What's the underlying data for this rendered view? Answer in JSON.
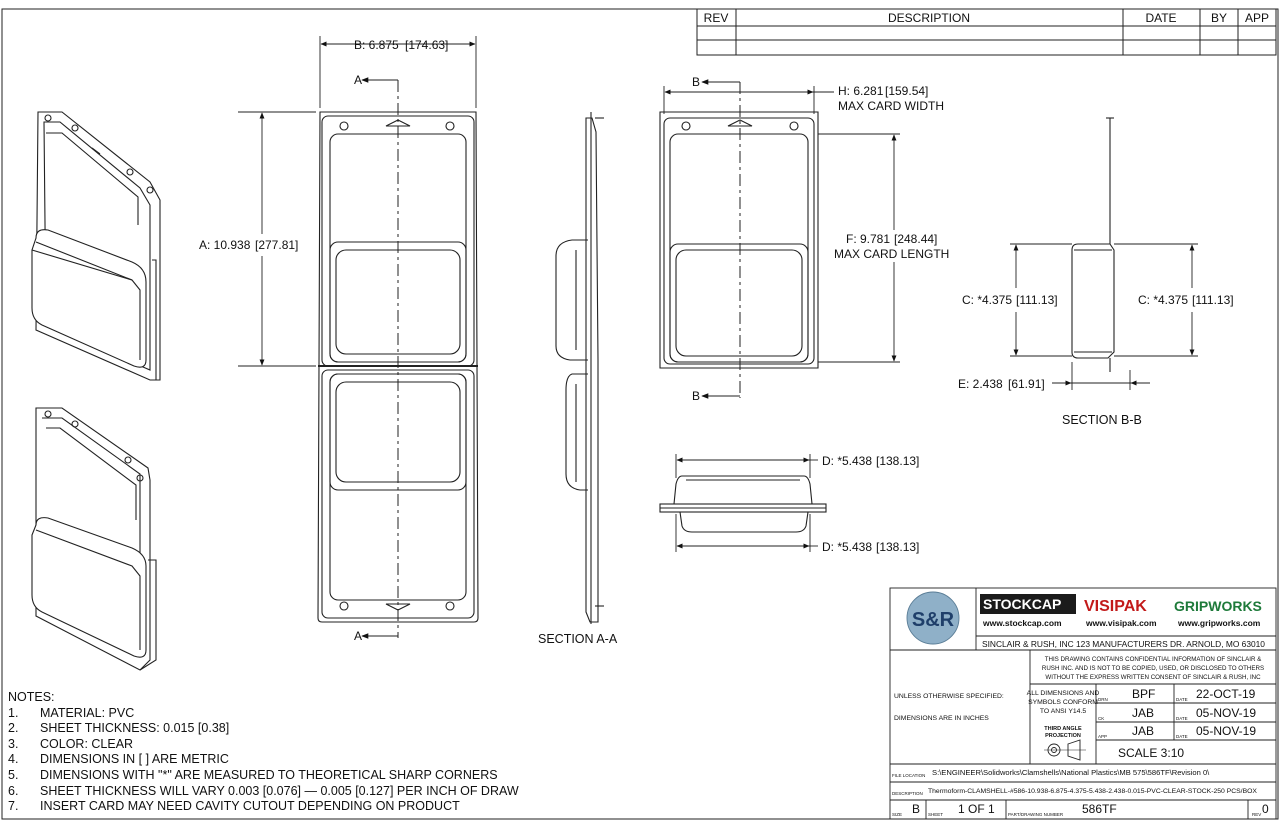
{
  "revision_block": {
    "headers": [
      "REV",
      "DESCRIPTION",
      "DATE",
      "BY",
      "APP"
    ]
  },
  "dimensions": {
    "b_width": "B: 6.875",
    "b_width_metric": "[174.63]",
    "a_length": "A: 10.938",
    "a_length_metric": "[277.81]",
    "h_card_width": "H: 6.281",
    "h_card_width_metric": "[159.54]",
    "h_card_width_label": "MAX CARD WIDTH",
    "f_card_length": "F: 9.781",
    "f_card_length_metric": "[248.44]",
    "f_card_length_label": "MAX CARD LENGTH",
    "c_left": "C: *4.375",
    "c_left_metric": "[111.13]",
    "c_right": "C: *4.375",
    "c_right_metric": "[111.13]",
    "e_depth": "E: 2.438",
    "e_depth_metric": "[61.91]",
    "d_top": "D: *5.438",
    "d_top_metric": "[138.13]",
    "d_bottom": "D: *5.438",
    "d_bottom_metric": "[138.13]"
  },
  "section_markers": {
    "a_top": "A",
    "a_bottom": "A",
    "b_top": "B",
    "b_bottom": "B"
  },
  "section_labels": {
    "section_a": "SECTION A-A",
    "section_b": "SECTION B-B"
  },
  "notes": {
    "title": "NOTES:",
    "items": [
      {
        "num": "1.",
        "text": "MATERIAL: PVC"
      },
      {
        "num": "2.",
        "text": "SHEET THICKNESS: 0.015 [0.38]"
      },
      {
        "num": "3.",
        "text": "COLOR: CLEAR"
      },
      {
        "num": "4.",
        "text": "DIMENSIONS IN [ ] ARE METRIC"
      },
      {
        "num": "5.",
        "text": "DIMENSIONS WITH \"*\" ARE MEASURED TO THEORETICAL SHARP CORNERS"
      },
      {
        "num": "6.",
        "text": "SHEET THICKNESS WILL VARY 0.003 [0.076] — 0.005 [0.127] PER INCH OF DRAW"
      },
      {
        "num": "7.",
        "text": "INSERT CARD MAY NEED CAVITY CUTOUT DEPENDING ON PRODUCT"
      }
    ]
  },
  "title_block": {
    "logo_text": "S&R",
    "brands": {
      "stockcap": "STOCKCAP",
      "stockcap_url": "www.stockcap.com",
      "visipak": "VISIPAK",
      "visipak_url": "www.visipak.com",
      "gripworks": "GRIPWORKS",
      "gripworks_url": "www.gripworks.com"
    },
    "company_address": "SINCLAIR & RUSH, INC 123 MANUFACTURERS DR. ARNOLD, MO 63010",
    "confidential": [
      "THIS DRAWING CONTAINS CONFIDENTIAL INFORMATION OF SINCLAIR &",
      "RUSH INC. AND IS NOT TO BE COPIED, USED, OR DISCLOSED TO OTHERS",
      "WITHOUT THE EXPRESS WRITTEN CONSENT OF SINCLAIR & RUSH, INC"
    ],
    "unless_specified": "UNLESS OTHERWISE SPECIFIED:",
    "dims_in_inches": "DIMENSIONS ARE IN INCHES",
    "all_dims": [
      "ALL DIMENSIONS AND",
      "SYMBOLS CONFORM",
      "TO ANSI Y14.5"
    ],
    "third_angle": [
      "THIRD ANGLE",
      "PROJECTION"
    ],
    "drn_label": "DRN",
    "drn": "BPF",
    "drn_date": "22-OCT-19",
    "ck_label": "CK",
    "ck": "JAB",
    "ck_date": "05-NOV-19",
    "app_label": "APP",
    "app": "JAB",
    "app_date": "05-NOV-19",
    "date_label": "DATE",
    "scale": "SCALE 3:10",
    "file_location_label": "FILE LOCATION",
    "file_location": "S:\\ENGINEER\\Solidworks\\Clamshells\\National Plastics\\MB 575\\586TF\\Revision 0\\",
    "description_label": "DESCRIPTION",
    "description": "Thermoform-CLAMSHELL-#586-10.938-6.875-4.375-5.438-2.438-0.015-PVC-CLEAR-STOCK-250 PCS/BOX",
    "size_label": "SIZE",
    "size": "B",
    "sheet_label": "SHEET",
    "sheet": "1 OF 1",
    "part_label": "PART/DRAWING NUMBER",
    "part": "586TF",
    "rev_label": "REV",
    "rev": "0"
  }
}
